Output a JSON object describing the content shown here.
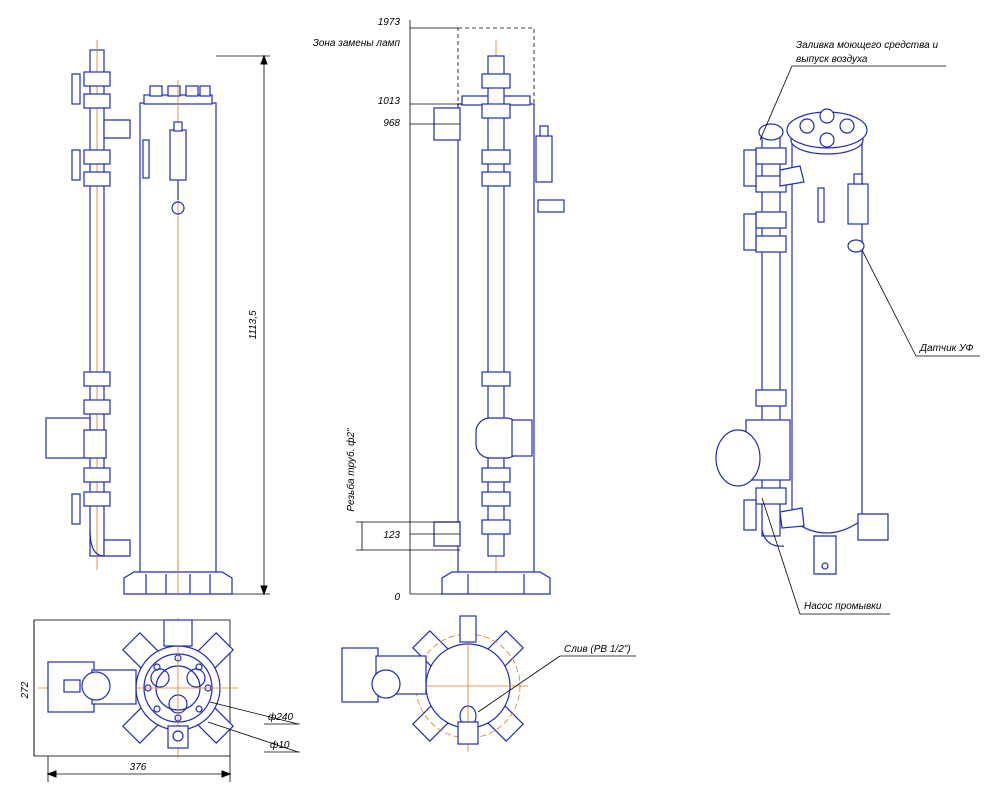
{
  "front_view": {
    "height_dim": "1113,5"
  },
  "side_view": {
    "levels": {
      "top": "1973",
      "lamp_top": "1013",
      "outlet": "968",
      "inlet": "123",
      "base": "0"
    },
    "lamp_zone_label": "Зона замены ламп",
    "thread_label": "Резьба труб. ф2\""
  },
  "plan_view": {
    "width_dim": "376",
    "depth_dim": "272",
    "diameter_dim": "ф240",
    "hole_dim": "ф10"
  },
  "bottom_view": {
    "drain_label": "Слив (РВ 1/2\")"
  },
  "iso_view": {
    "label_detergent": "Заливка моющего средства и",
    "label_air": "выпуск воздуха",
    "label_uv_sensor": "Датчик УФ",
    "label_pump": "Насос промывки"
  },
  "colors": {
    "outline": "#1f2bb8",
    "axis": "#e07a1a",
    "dimension": "#000000"
  }
}
